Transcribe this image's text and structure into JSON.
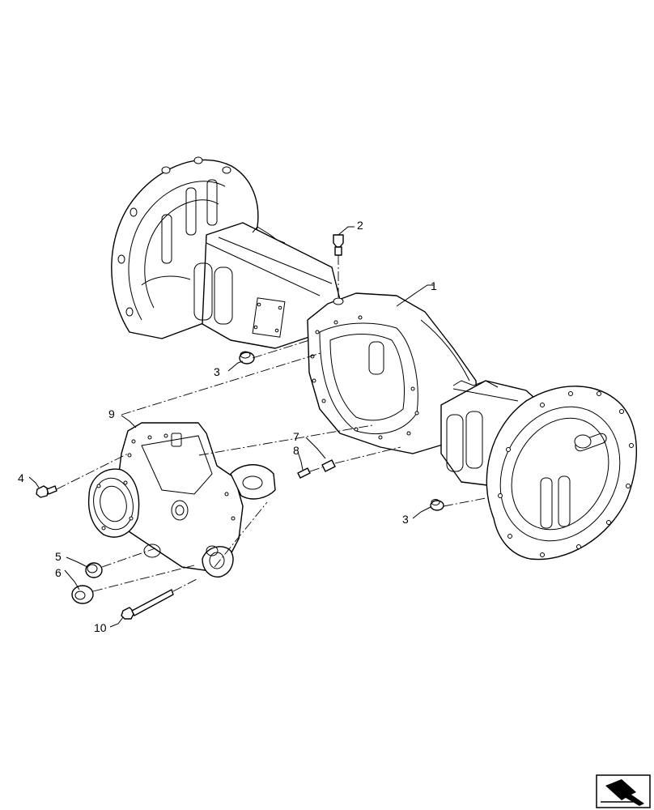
{
  "callouts": [
    {
      "id": "1",
      "label": "1"
    },
    {
      "id": "2",
      "label": "2"
    },
    {
      "id": "3a",
      "label": "3"
    },
    {
      "id": "3b",
      "label": "3"
    },
    {
      "id": "4",
      "label": "4"
    },
    {
      "id": "5",
      "label": "5"
    },
    {
      "id": "6",
      "label": "6"
    },
    {
      "id": "7",
      "label": "7"
    },
    {
      "id": "8",
      "label": "8"
    },
    {
      "id": "9",
      "label": "9"
    },
    {
      "id": "10",
      "label": "10"
    }
  ],
  "icons": {
    "navigation": "next-page-arrow-icon"
  }
}
